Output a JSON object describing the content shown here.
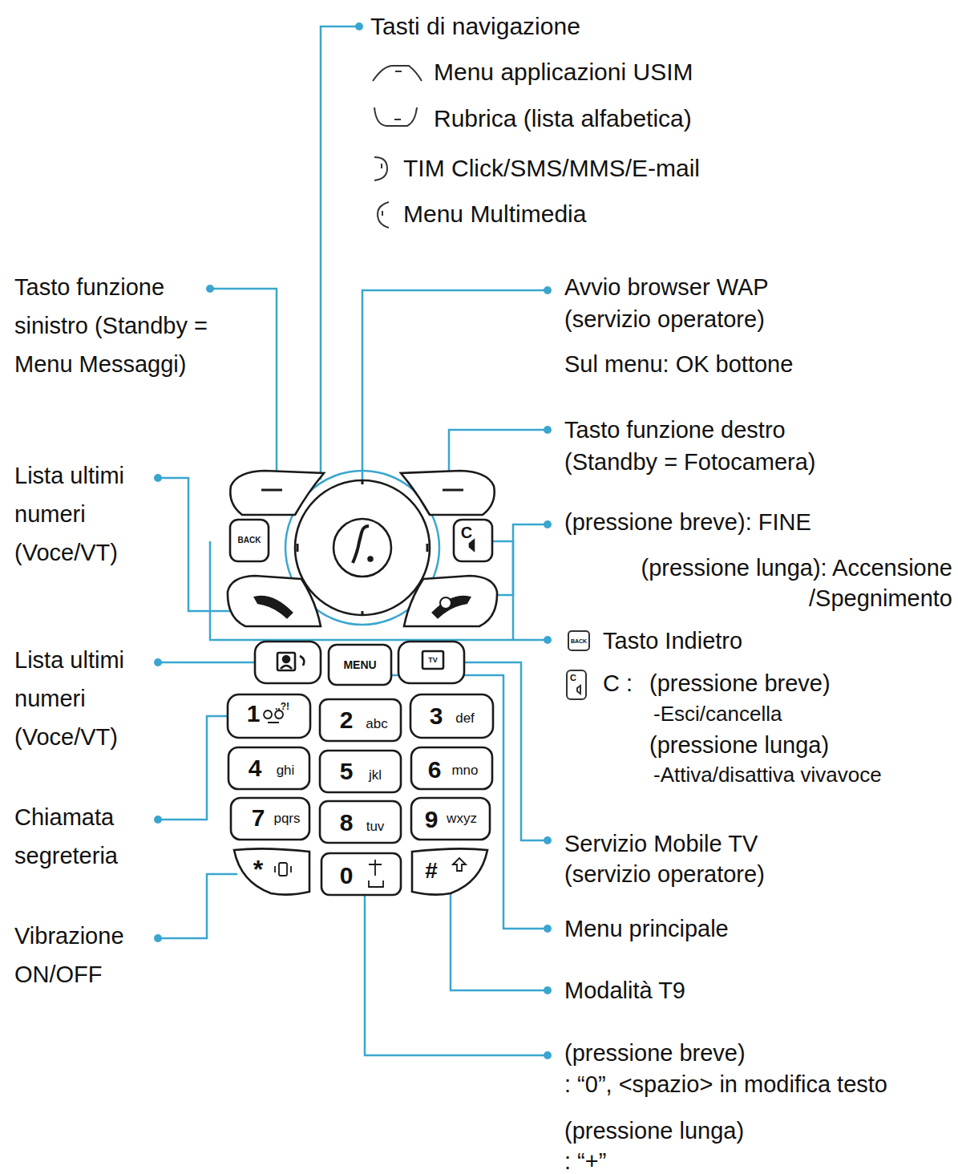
{
  "diagram": {
    "labels": [
      "Tasti di navigazione",
      "Menu applicazioni USIM",
      "Rubrica (lista alfabetica)",
      "TIM Click/SMS/MMS/E-mail",
      "Menu Multimedia",
      "Tasto funzione sinistro (Standby = Menu Messaggi)",
      "Avvio browser WAP (servizio operatore)",
      "Sul menu: OK bottone",
      "Tasto funzione destro (Standby = Fotocamera)",
      "Lista ultimi numeri (Voce/VT)",
      "(pressione breve): FINE",
      "(pressione lunga): Accensione /Spegnimento",
      "Tasto Indietro",
      "BACK",
      "C",
      "C :",
      "(pressione breve)",
      "-Esci/cancella",
      "(pressione lunga)",
      "-Attiva/disattiva vivavoce",
      "Lista ultimi numeri (Voce/VT)",
      "Chiamata segreteria",
      "Servizio Mobile TV (servizio operatore)",
      "Menu principale",
      "Vibrazione ON/OFF",
      "Modalità T9",
      "(pressione breve)",
      ": “0”, <spazio> in modifica testo",
      "(pressione lunga)",
      ": “+”",
      "BACK",
      "C",
      "MENU",
      "TV",
      "1",
      ".,?!",
      "2",
      "abc",
      "3",
      "def",
      "4",
      "ghi",
      "5",
      "jkl",
      "6",
      "mno",
      "7",
      "pqrs",
      "8",
      "tuv",
      "9",
      "wxyz",
      "*",
      "0",
      "#"
    ]
  }
}
